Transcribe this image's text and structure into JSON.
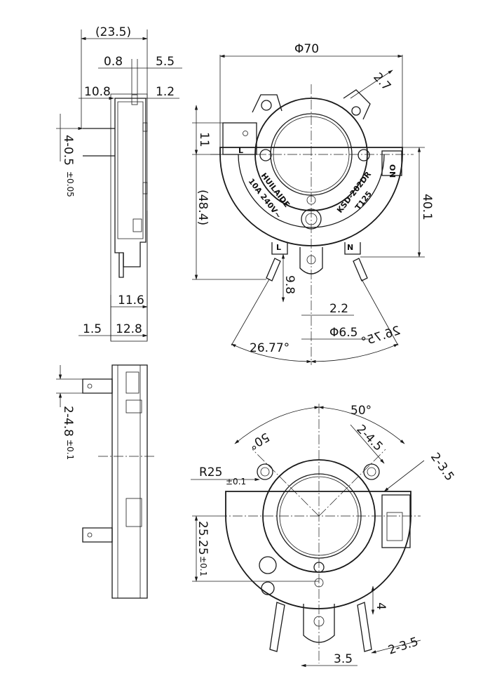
{
  "side_view_top": {
    "dim_overall_width": "(23.5)",
    "dim_0_8": "0.8",
    "dim_5_5": "5.5",
    "dim_10_8": "10.8",
    "dim_1_2": "1.2",
    "dim_pin_spacing": "4-0.5",
    "dim_pin_spacing_tol": "±0.05",
    "dim_11_6": "11.6",
    "dim_1_5": "1.5",
    "dim_12_8": "12.8"
  },
  "front_view": {
    "dim_diameter_70": "Φ70",
    "dim_2_7": "2.7",
    "dim_11": "11",
    "dim_48_4": "(48.4)",
    "dim_40_1": "40.1",
    "dim_9_8": "9.8",
    "dim_2_2": "2.2",
    "dim_diameter_6_5": "Φ6.5",
    "dim_angle_left": "26.77°",
    "dim_angle_right": "26.75°",
    "marking_brand": "HUILAIDE",
    "marking_rating": "10A 240V~",
    "marking_model": "KSD-202DR",
    "marking_temp": "T125",
    "terminal_L": "L",
    "terminal_N": "N",
    "label_O": "O",
    "label_N": "N"
  },
  "side_view_bottom": {
    "dim_pin_spacing": "2-4.8",
    "dim_pin_spacing_tol": "±0.1"
  },
  "back_view": {
    "dim_angle_left": "50°",
    "dim_angle_right": "50°",
    "dim_2_4_5": "2-4.5",
    "dim_2_3_5_upper": "2-3.5",
    "dim_radius": "R25",
    "dim_radius_tol": "±0.1",
    "dim_25_25": "25.25",
    "dim_25_25_tol": "±0.1",
    "dim_4": "4",
    "dim_3_5": "3.5",
    "dim_2_3_5_lower": "2-3.5"
  }
}
